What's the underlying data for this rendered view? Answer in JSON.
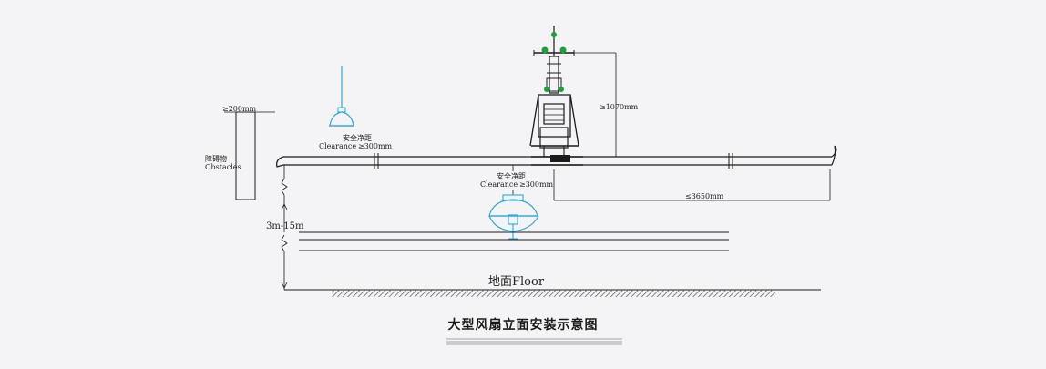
{
  "diagram": {
    "title": "大型风扇立面安装示意图",
    "floor_label": "地面Floor",
    "height_label": "3m-15m",
    "obstacle_label_cn": "障碍物",
    "obstacle_label_en": "Obstacles",
    "obstacle_clearance": "≥200mm",
    "lamp_clearance_cn": "安全净距",
    "lamp_clearance_en": "Clearance",
    "lamp_clearance_value": "≥300mm",
    "lower_clearance_cn": "安全净距",
    "lower_clearance_en": "Clearance",
    "lower_clearance_value": "≥300mm",
    "mount_height": "≥1070mm",
    "blade_radius": "≤3650mm",
    "colors": {
      "line": "#1b1b1b",
      "accent_blue": "#2ea8df",
      "accent_green": "#19a23a",
      "floor_hatch": "#555555",
      "background": "#f4f4f6"
    }
  }
}
